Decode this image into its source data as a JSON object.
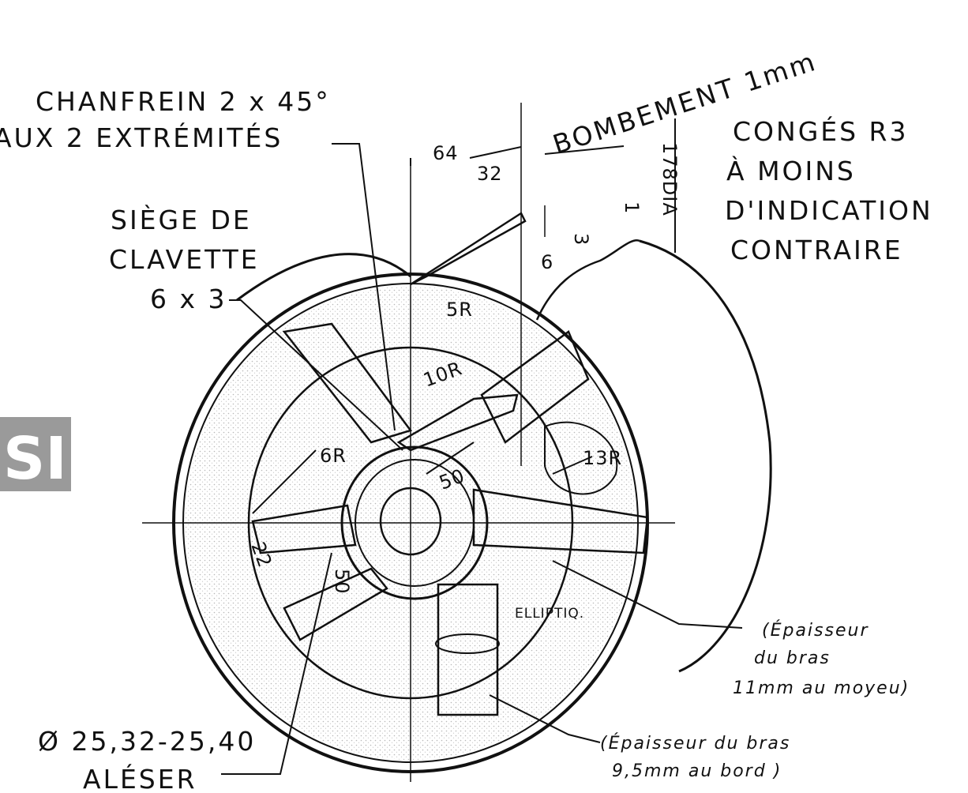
{
  "labels": {
    "chanfrein_line1": "CHANFREIN 2 x 45°",
    "chanfrein_line2": "AUX 2 EXTRÉMITÉS",
    "bombement": "BOMBEMENT 1mm",
    "conges_line1": "CONGÉS R3",
    "conges_line2": "À MOINS",
    "conges_line3": "D'INDICATION",
    "conges_line4": "CONTRAIRE",
    "siege_line1": "SIÈGE DE",
    "siege_line2": "CLAVETTE",
    "siege_line3": "6 x 3",
    "diametre": "Ø 25,32-25,40",
    "aleser": "ALÉSER",
    "ellipt": "ELLIPTIQ.",
    "bras_moyeu_line1": "(Épaisseur",
    "bras_moyeu_line2": "du bras",
    "bras_moyeu_line3": "11mm au moyeu)",
    "bras_bord_line1": "(Épaisseur du bras",
    "bras_bord_line2": "9,5mm au bord )",
    "logo": "SI"
  },
  "dimensions": {
    "d64": "64",
    "d32": "32",
    "d3": "3",
    "d1": "1",
    "d178": "178DIA",
    "d6": "6",
    "r5": "5R",
    "r10": "10R",
    "r6": "6R",
    "r13": "13R",
    "d50a": "50",
    "d50b": "50",
    "d22": "22"
  },
  "colors": {
    "ink": "#111111",
    "paper": "#ffffff",
    "logo_bg": "#9a9a9a"
  }
}
